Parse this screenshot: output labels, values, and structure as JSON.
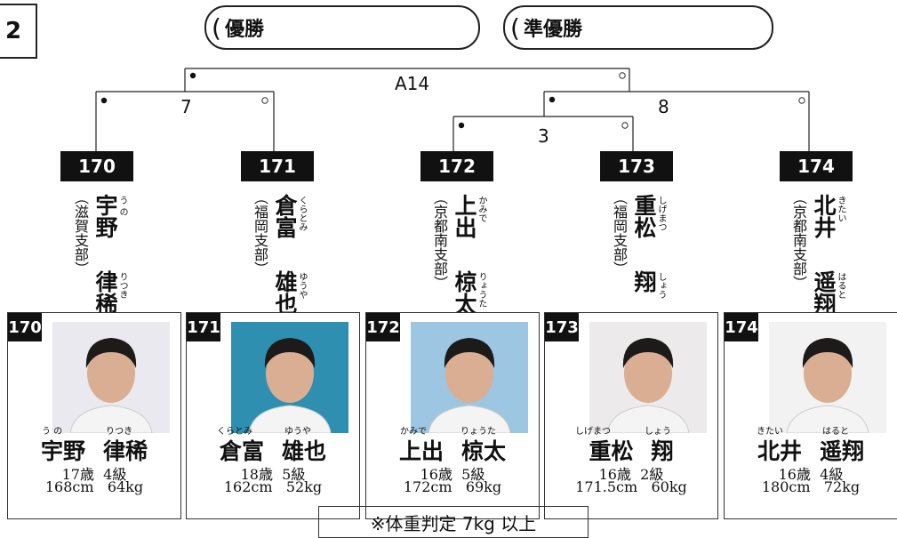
{
  "header": {
    "section_number": "2",
    "champion_label": "優勝",
    "runner_up_label": "準優勝"
  },
  "bracket": {
    "final_match": "A14",
    "matches": [
      "7",
      "8",
      "3"
    ]
  },
  "competitors": [
    {
      "number": "170",
      "surname": "宇野",
      "given": "律稀",
      "surname_ruby": "う の",
      "given_ruby": "りつき",
      "affiliation": "（滋賀支部）",
      "age": "17歳",
      "grade": "4級",
      "height": "168cm",
      "weight": "64kg",
      "photo_bg": "#e9e9ef"
    },
    {
      "number": "171",
      "surname": "倉富",
      "given": "雄也",
      "surname_ruby": "くらとみ",
      "given_ruby": "ゆうや",
      "affiliation": "（福岡支部）",
      "age": "18歳",
      "grade": "5級",
      "height": "162cm",
      "weight": "52kg",
      "photo_bg": "#2f8fb0"
    },
    {
      "number": "172",
      "surname": "上出",
      "given": "椋太",
      "surname_ruby": "かみで",
      "given_ruby": "りょうた",
      "affiliation": "（京都南支部）",
      "age": "16歳",
      "grade": "5級",
      "height": "172cm",
      "weight": "69kg",
      "photo_bg": "#9cc6e2"
    },
    {
      "number": "173",
      "surname": "重松",
      "given": "翔",
      "surname_ruby": "しげまつ",
      "given_ruby": "しょう",
      "affiliation": "（福岡支部）",
      "age": "16歳",
      "grade": "2級",
      "height": "171.5cm",
      "weight": "60kg",
      "photo_bg": "#eceaea"
    },
    {
      "number": "174",
      "surname": "北井",
      "given": "遥翔",
      "surname_ruby": "きたい",
      "given_ruby": "はると",
      "affiliation": "（京都南支部）",
      "age": "16歳",
      "grade": "4級",
      "height": "180cm",
      "weight": "72kg",
      "photo_bg": "#f2f2f2"
    }
  ],
  "note": "※体重判定 7kg 以上"
}
